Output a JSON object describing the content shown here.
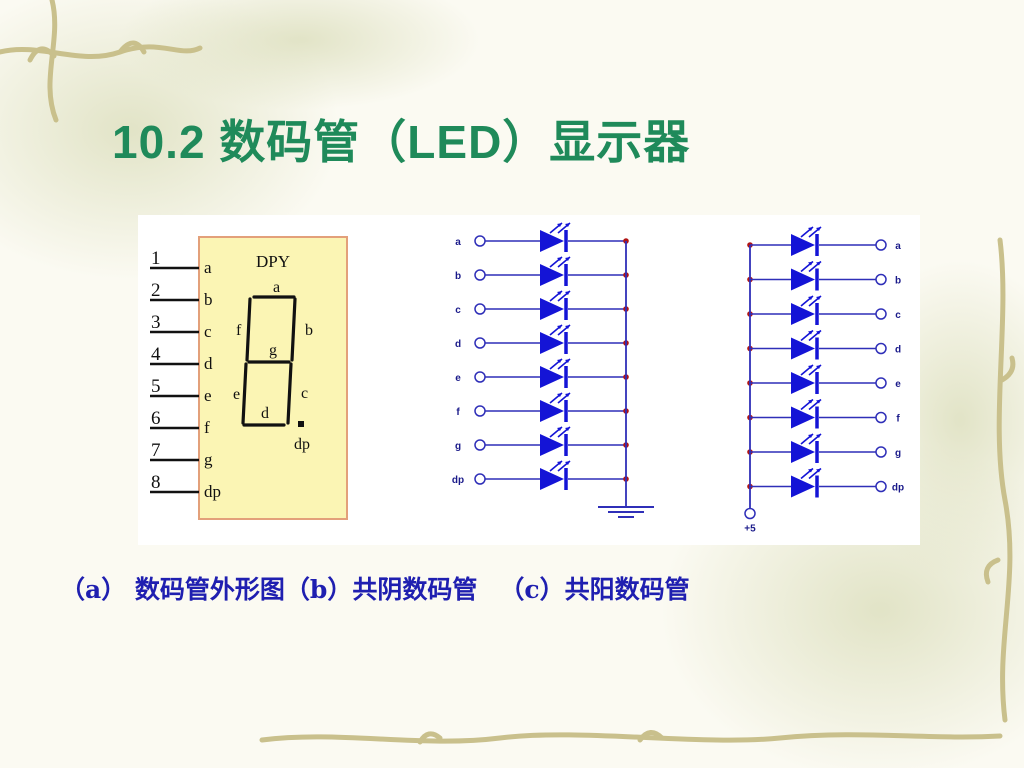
{
  "slide": {
    "title": "10.2   数码管（LED）显示器",
    "captions": [
      "（a） 数码管外形图（b）共阴数码管",
      "（c）共阳数码管"
    ]
  },
  "figure_a": {
    "device_label": "DPY",
    "pins": [
      {
        "number": "1",
        "signal": "a"
      },
      {
        "number": "2",
        "signal": "b"
      },
      {
        "number": "3",
        "signal": "c"
      },
      {
        "number": "4",
        "signal": "d"
      },
      {
        "number": "5",
        "signal": "e"
      },
      {
        "number": "6",
        "signal": "f"
      },
      {
        "number": "7",
        "signal": "g"
      },
      {
        "number": "8",
        "signal": "dp"
      }
    ],
    "segments": [
      "a",
      "b",
      "c",
      "d",
      "e",
      "f",
      "g",
      "dp"
    ]
  },
  "figure_b": {
    "signals": [
      "a",
      "b",
      "c",
      "d",
      "e",
      "f",
      "g",
      "dp"
    ],
    "supply": "ground"
  },
  "figure_c": {
    "signals": [
      "a",
      "b",
      "c",
      "d",
      "e",
      "f",
      "g",
      "dp"
    ],
    "supply_label": "+5"
  },
  "colors": {
    "title": "#1f8a5a",
    "caption": "#1f1fb0",
    "diode": "#1414d6",
    "wire": "#2f2fb8",
    "node": "#b01515",
    "dpy_body": "#fbf5b4",
    "dpy_border": "#e3a07a"
  }
}
